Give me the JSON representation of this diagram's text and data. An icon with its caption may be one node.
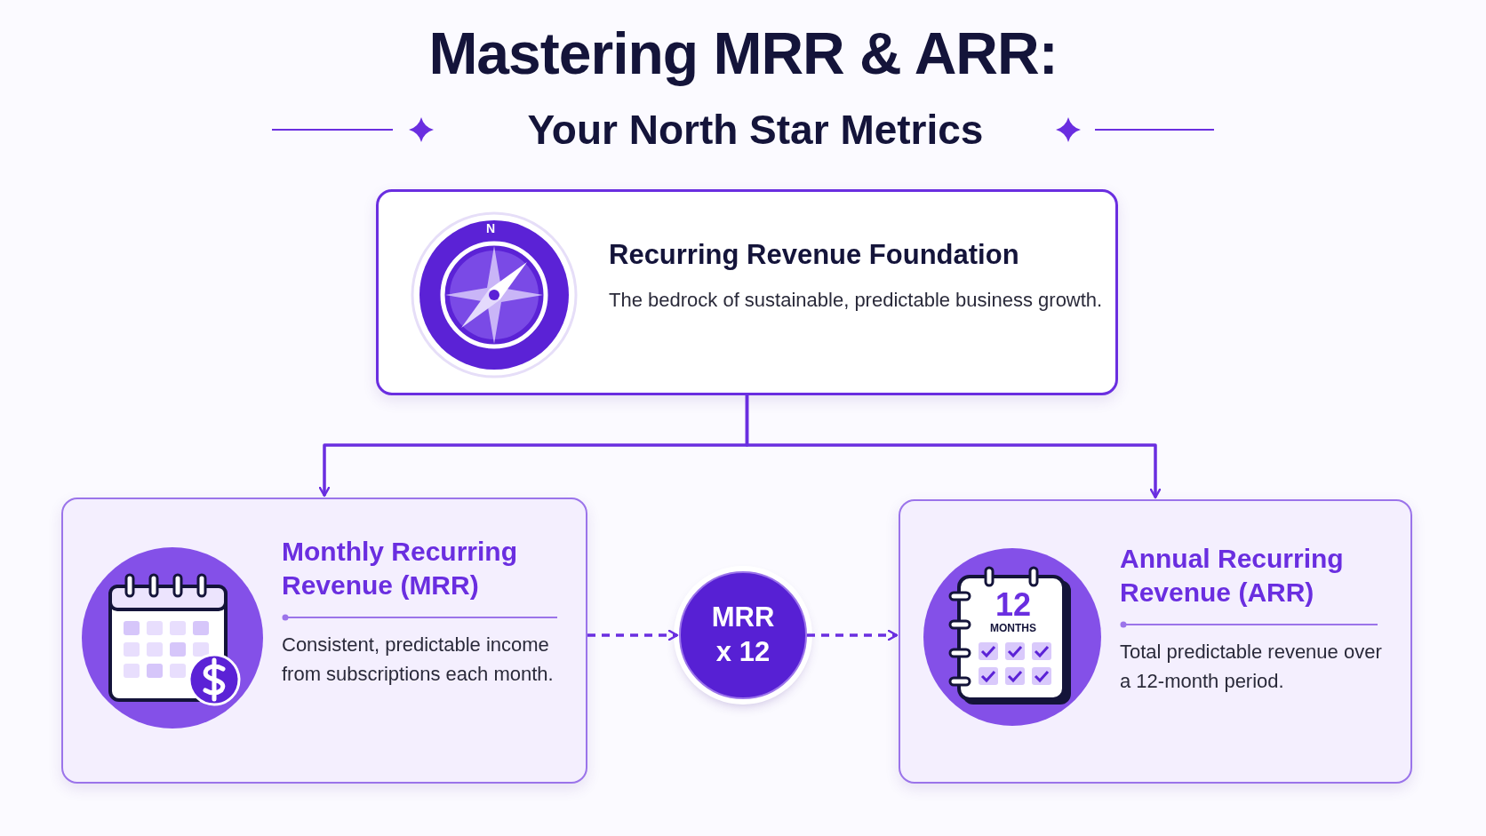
{
  "diagram": {
    "title": "Mastering **MRR & ARR**:",
    "nodes": [
      {
        "text": [
          "Recurring Revenue Foundation",
          "The bedrock of sustainable, predictable business growth."
        ]
      },
      {
        "text": [
          "Monthly Recurring Revenue (MRR)",
          "Consistent, predictable income from subscriptions each month."
        ]
      },
      {
        "text": [
          "MRR x 12"
        ]
      },
      {
        "text": [
          "Annual Recurring Revenue (ARR)",
          "Total predictable revenue over a 12-month period."
        ]
      }
    ],
    "edges": [
      {
        "from": 0,
        "to": 1,
        "arrow": "to"
      },
      {
        "from": 0,
        "to": 3,
        "arrow": "to"
      },
      {
        "from": 1,
        "to": 2,
        "arrow": "to",
        "style": "dashed"
      },
      {
        "from": 2,
        "to": 3,
        "arrow": "to",
        "style": "dashed"
      }
    ],
    "labels": [
      "Your North Star Metrics",
      "N",
      "12",
      "MONTHS"
    ]
  }
}
